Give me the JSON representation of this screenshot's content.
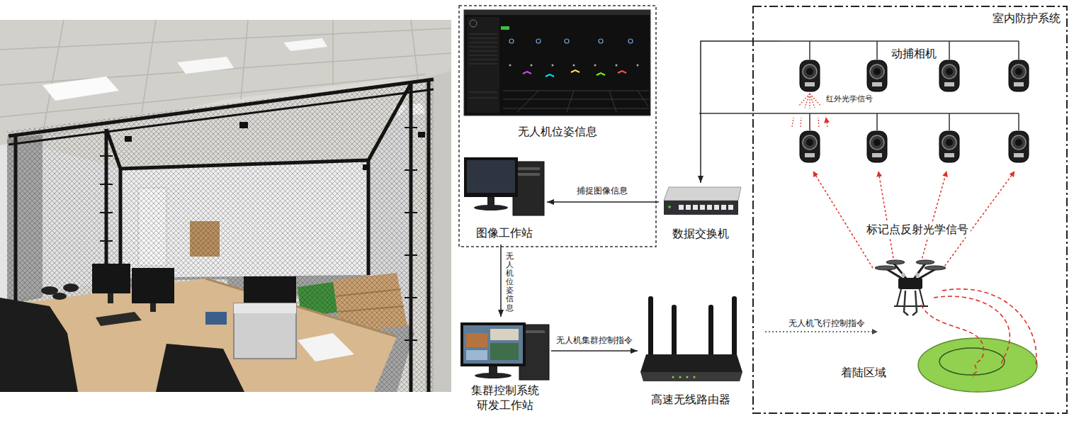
{
  "diagram": {
    "nodes": [
      {
        "text": [
          "无人机位姿信息"
        ]
      },
      {
        "text": [
          "图像工作站"
        ]
      },
      {
        "text": [
          "集群控制系统 研发工作站"
        ]
      },
      {
        "text": [
          "高速无线路由器"
        ]
      },
      {
        "text": [
          "数据交换机"
        ]
      },
      {
        "text": [
          "室内防护系统"
        ]
      },
      {
        "text": [
          "动捕相机"
        ],
        "in": 5
      },
      {
        "text": [
          "着陆区域"
        ],
        "in": 5
      }
    ],
    "edges": [
      {
        "from": 6,
        "to": 4,
        "arrow": "to"
      },
      {
        "from": 4,
        "to": 1,
        "label": "捕捉图像信息",
        "arrow": "to"
      },
      {
        "from": 1,
        "to": 2,
        "label": "无人机位姿信息",
        "arrow": "to"
      },
      {
        "from": 2,
        "to": 3,
        "label": "无人机集群控制指令",
        "arrow": "to"
      }
    ],
    "labels": [
      "红外光学信号",
      "标记点反射光学信号",
      "无人机飞行控制指令"
    ]
  }
}
